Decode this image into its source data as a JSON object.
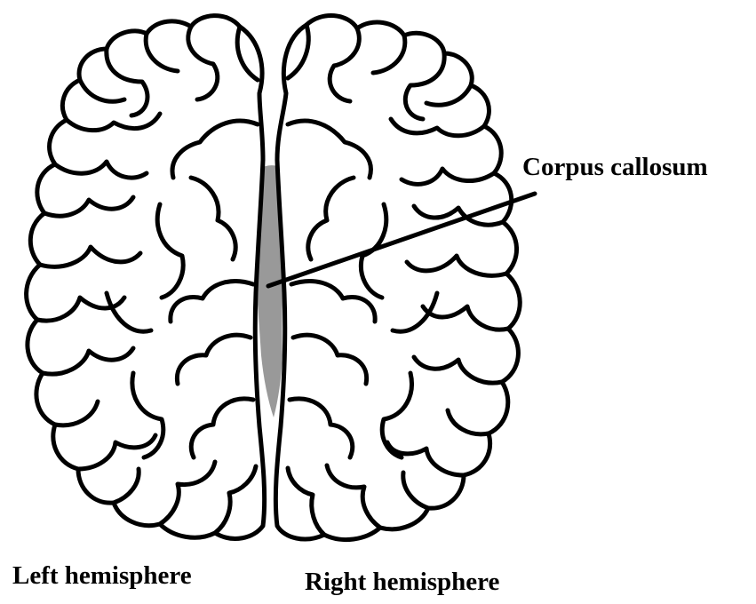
{
  "colors": {
    "background": "#ffffff",
    "outline": "#000000",
    "corpus_callosum": "#999999"
  },
  "labels": {
    "corpus_callosum": "Corpus callosum",
    "left_hemisphere": "Left hemisphere",
    "right_hemisphere": "Right hemisphere"
  }
}
